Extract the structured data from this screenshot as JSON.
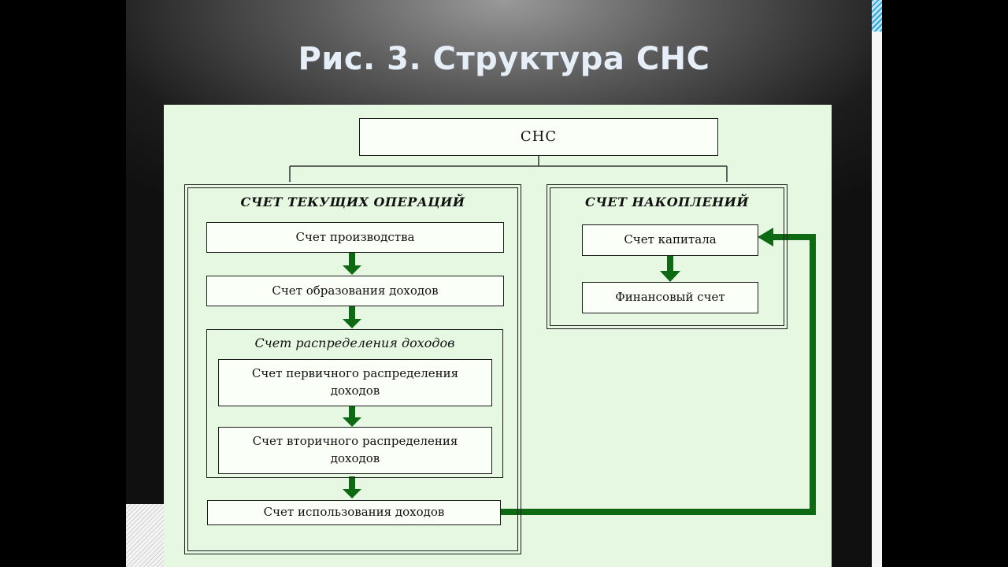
{
  "slide": {
    "title": "Рис. 3. Структура СНС"
  },
  "diagram": {
    "root": "СНС",
    "current": {
      "title": "СЧЕТ ТЕКУЩИХ ОПЕРАЦИЙ",
      "production": "Счет производства",
      "income_formation": "Счет образования доходов",
      "distribution_group": "Счет распределения доходов",
      "primary_distribution": "Счет первичного распределения доходов",
      "secondary_distribution": "Счет вторичного распределения доходов",
      "income_use": "Счет использования доходов"
    },
    "accumulation": {
      "title": "СЧЕТ НАКОПЛЕНИЙ",
      "capital": "Счет капитала",
      "financial": "Финансовый счет"
    },
    "colors": {
      "background": "#e6f8e2",
      "arrow": "#0e6a12",
      "border": "#1a1a1a"
    }
  }
}
